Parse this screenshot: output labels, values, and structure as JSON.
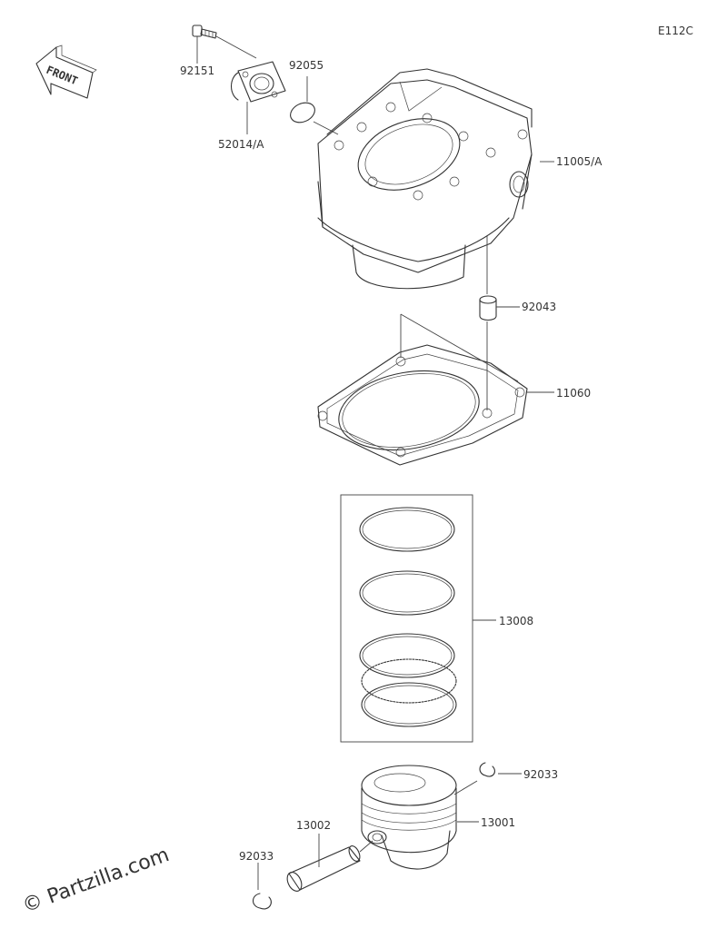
{
  "diagram_code": "E112C",
  "front_label": "FRONT",
  "watermark": "© Partzilla.com",
  "labels": {
    "p92151": "92151",
    "p92055": "92055",
    "p52014": "52014/A",
    "p11005": "11005/A",
    "p92043": "92043",
    "p11060": "11060",
    "p13008": "13008",
    "p92033_top": "92033",
    "p13001": "13001",
    "p13002": "13002",
    "p92033_bottom": "92033"
  }
}
